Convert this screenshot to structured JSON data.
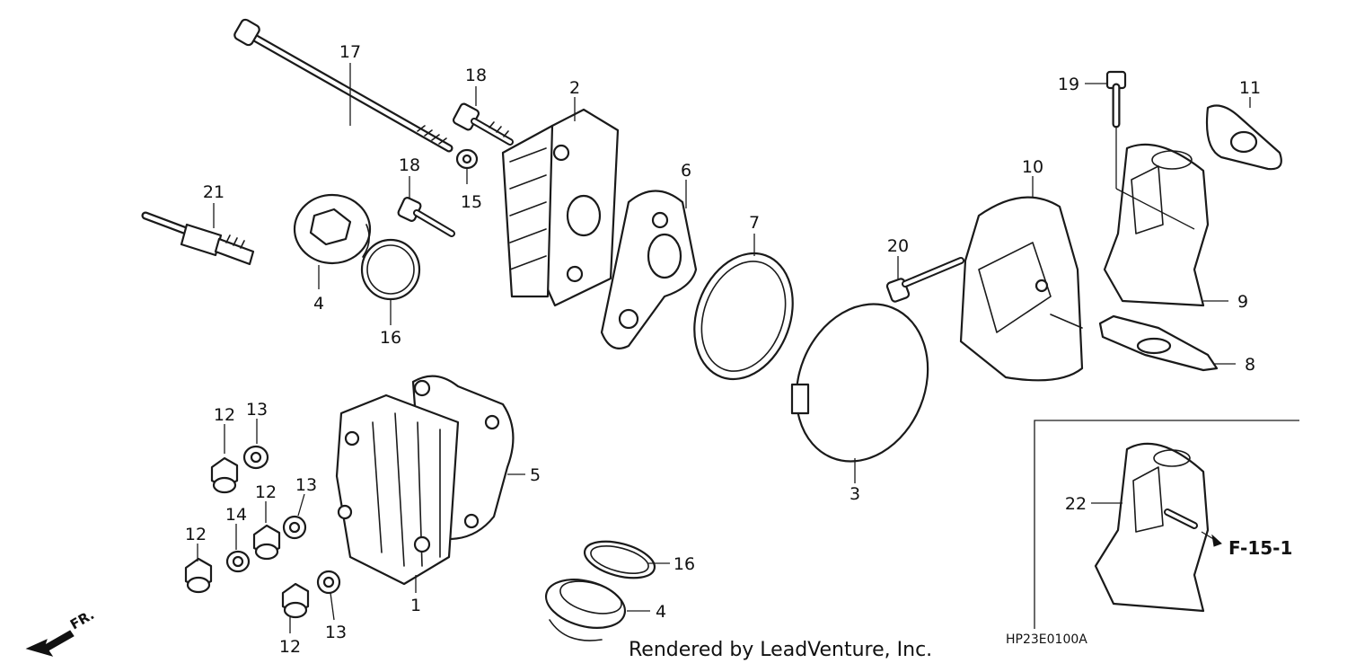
{
  "callouts": {
    "c17": "17",
    "c18a": "18",
    "c2": "2",
    "c18b": "18",
    "c15": "15",
    "c21": "21",
    "c4a": "4",
    "c16a": "16",
    "c6": "6",
    "c7": "7",
    "c10": "10",
    "c19": "19",
    "c11": "11",
    "c20": "20",
    "c9": "9",
    "c8": "8",
    "c3": "3",
    "c5": "5",
    "c1": "1",
    "c12a": "12",
    "c13a": "13",
    "c12b": "12",
    "c13b": "13",
    "c12c": "12",
    "c14": "14",
    "c12d": "12",
    "c13c": "13",
    "c16b": "16",
    "c4b": "4",
    "c22": "22"
  },
  "figure_ref": "F-15-1",
  "diagram_code": "HP23E0100A",
  "credit": "Rendered by LeadVenture, Inc.",
  "front_marker": "FR."
}
